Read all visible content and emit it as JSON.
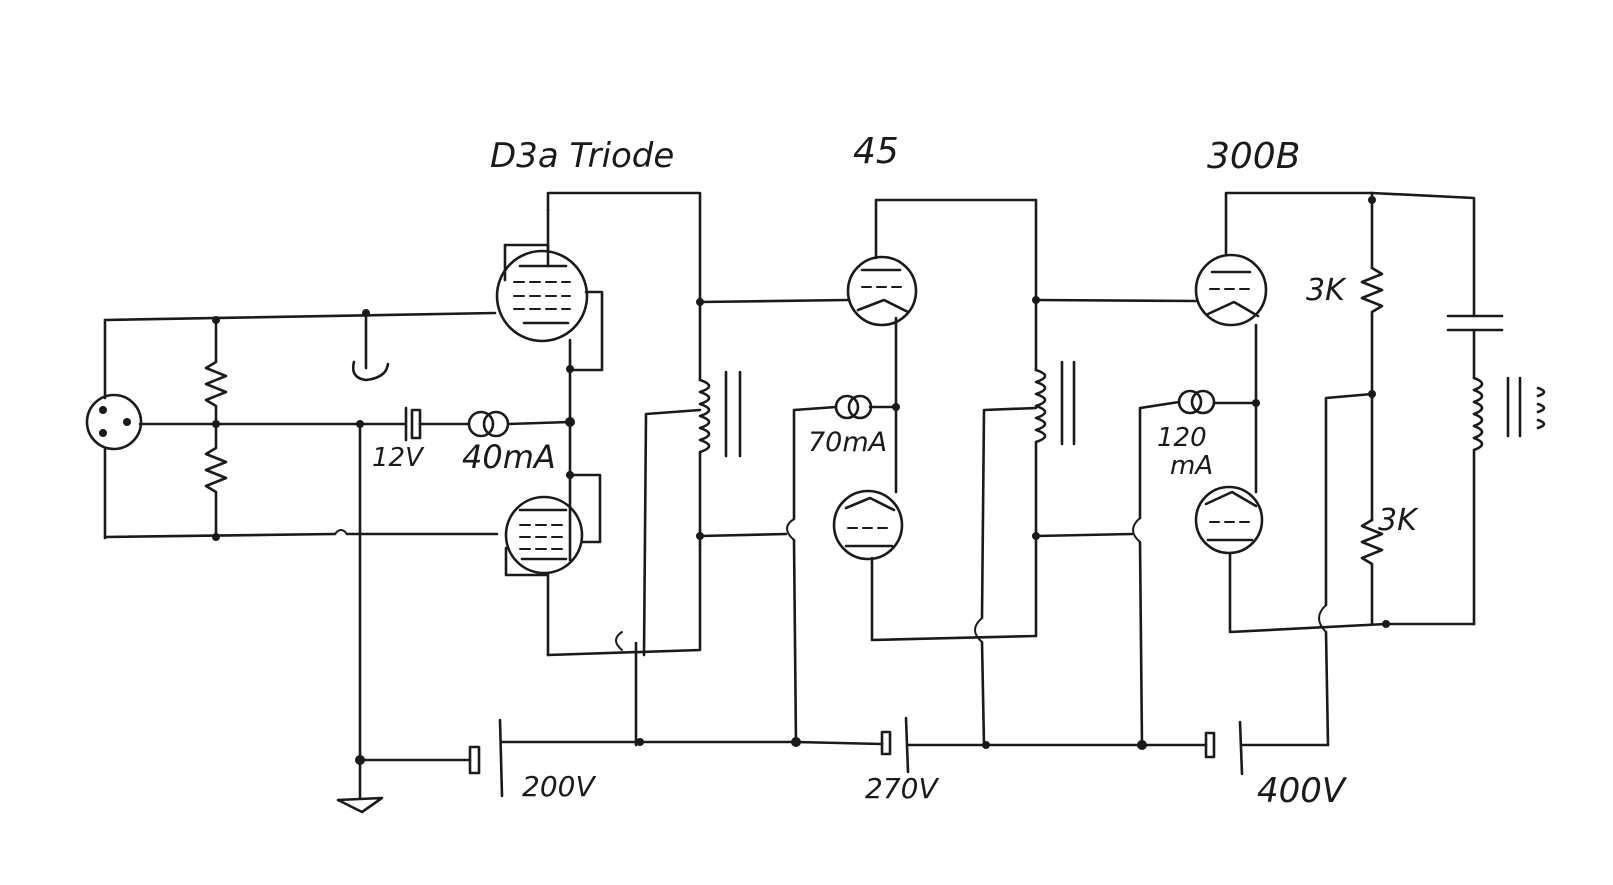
{
  "tubes": {
    "driver": "D3a Triode",
    "middle": "45",
    "output": "300B"
  },
  "labels": {
    "bias_voltage": "12V",
    "current_1": "40mA",
    "current_2": "70mA",
    "current_3_line1": "120",
    "current_3_line2": "mA",
    "resistor_top": "3K",
    "resistor_bottom": "3K",
    "supply_1": "200V",
    "supply_2": "270V",
    "supply_3": "400V"
  },
  "colors": {
    "ink": "#1a1a1a",
    "paper": "#ffffff"
  }
}
